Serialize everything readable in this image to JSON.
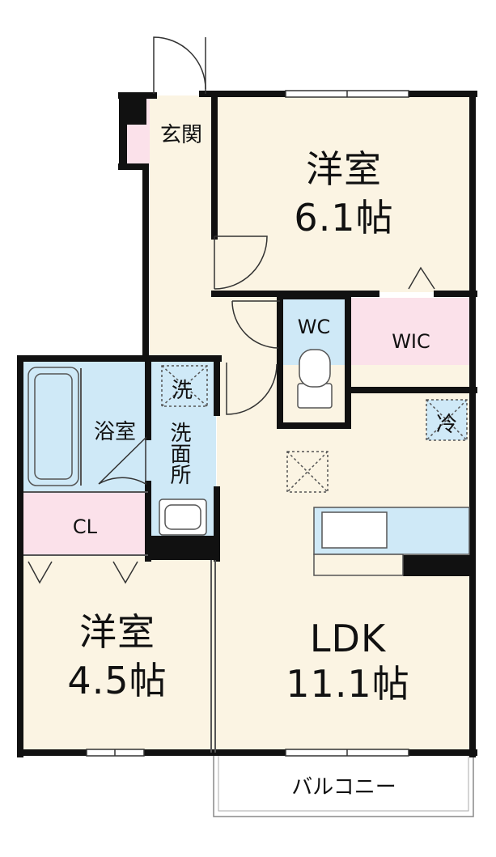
{
  "rooms": {
    "entrance": "玄関",
    "western_room_1": {
      "name": "洋室",
      "size": "6.1帖"
    },
    "wc": "WC",
    "wic": "WIC",
    "bath": "浴室",
    "washroom": "洗面所",
    "washer_mark": "洗",
    "fridge_mark": "冷",
    "closet": "CL",
    "western_room_2": {
      "name": "洋室",
      "size": "4.5帖"
    },
    "ldk": {
      "name": "LDK",
      "size": "11.1帖"
    },
    "balcony": "バルコニー"
  },
  "colors": {
    "wall": "#111111",
    "room_floor": "#fbf4e3",
    "wet_area": "#cfe9f7",
    "storage": "#fbe1ea",
    "balcony": "#ffffff"
  }
}
